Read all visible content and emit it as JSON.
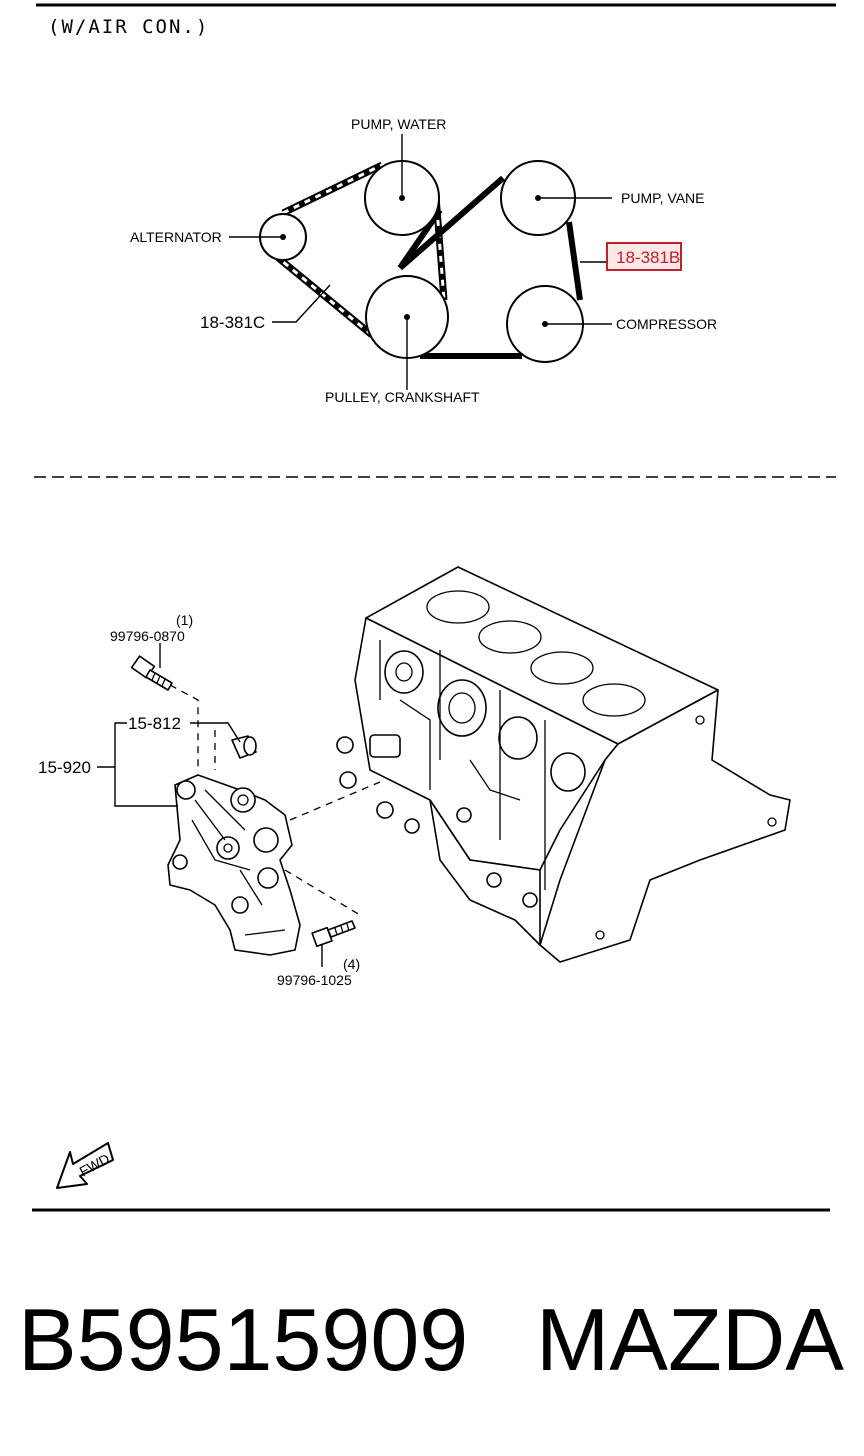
{
  "header": {
    "variant": "(W/AIR  CON.)"
  },
  "belt_diagram": {
    "labels": {
      "water_pump": "PUMP, WATER",
      "vane_pump": "PUMP, VANE",
      "alternator": "ALTERNATOR",
      "belt_c": "18-381C",
      "belt_b": "18-381B",
      "compressor": "COMPRESSOR",
      "crankshaft": "PULLEY, CRANKSHAFT"
    },
    "highlight_color": "#c0202a"
  },
  "bracket_diagram": {
    "labels": {
      "bolt_top_qty": "(1)",
      "bolt_top_part": "99796-0870",
      "bushing_part": "15-812",
      "bracket_part": "15-920",
      "bolt_bottom_qty": "(4)",
      "bolt_bottom_part": "99796-1025"
    },
    "fwd_label": "FWD",
    "icons": [
      "fwd-arrow-icon"
    ]
  },
  "footer": {
    "part_number": "B59515909",
    "brand": "MAZDA"
  }
}
